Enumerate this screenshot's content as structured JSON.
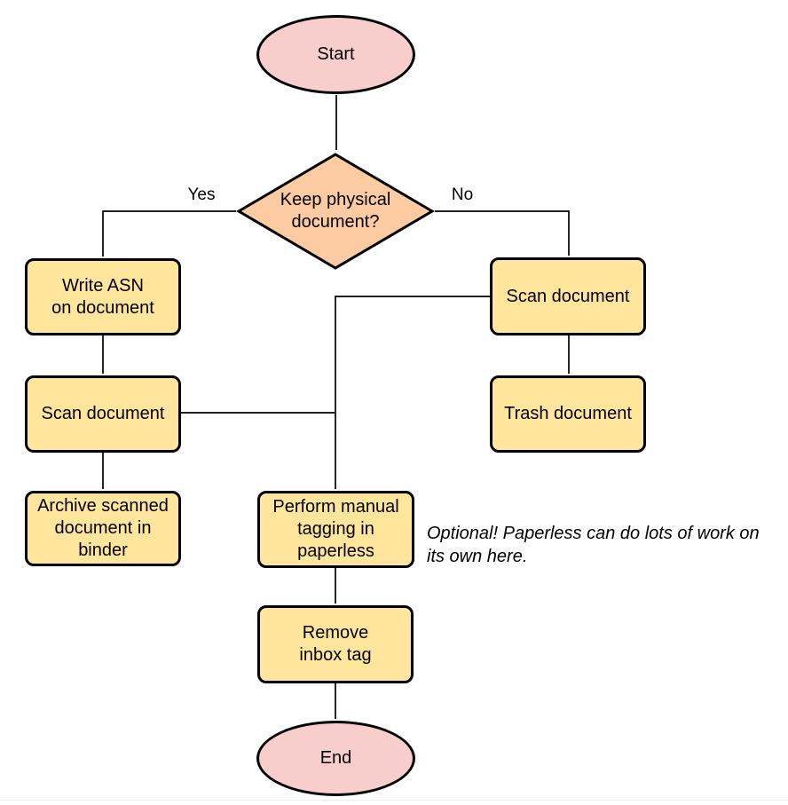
{
  "colors": {
    "yellow": "#ffe69c",
    "orange": "#fdcba1",
    "pink": "#f8cecc",
    "stroke": "#000000",
    "text": "#000000"
  },
  "diagram": {
    "nodes": {
      "start": {
        "label": "Start",
        "type": "terminal"
      },
      "decision": {
        "label": "Keep physical\ndocument?",
        "type": "decision"
      },
      "write_asn": {
        "label": "Write ASN\non document",
        "type": "process"
      },
      "scan_left": {
        "label": "Scan document",
        "type": "process"
      },
      "archive": {
        "label": "Archive scanned\ndocument in\nbinder",
        "type": "process"
      },
      "scan_right": {
        "label": "Scan document",
        "type": "process"
      },
      "trash": {
        "label": "Trash document",
        "type": "process"
      },
      "perform_tagging": {
        "label": "Perform manual\ntagging in\npaperless",
        "type": "process"
      },
      "remove_inbox": {
        "label": "Remove\ninbox tag",
        "type": "process"
      },
      "end": {
        "label": "End",
        "type": "terminal"
      }
    },
    "edge_labels": {
      "yes": "Yes",
      "no": "No"
    },
    "note": "Optional! Paperless can do lots of work on\nits own here."
  }
}
